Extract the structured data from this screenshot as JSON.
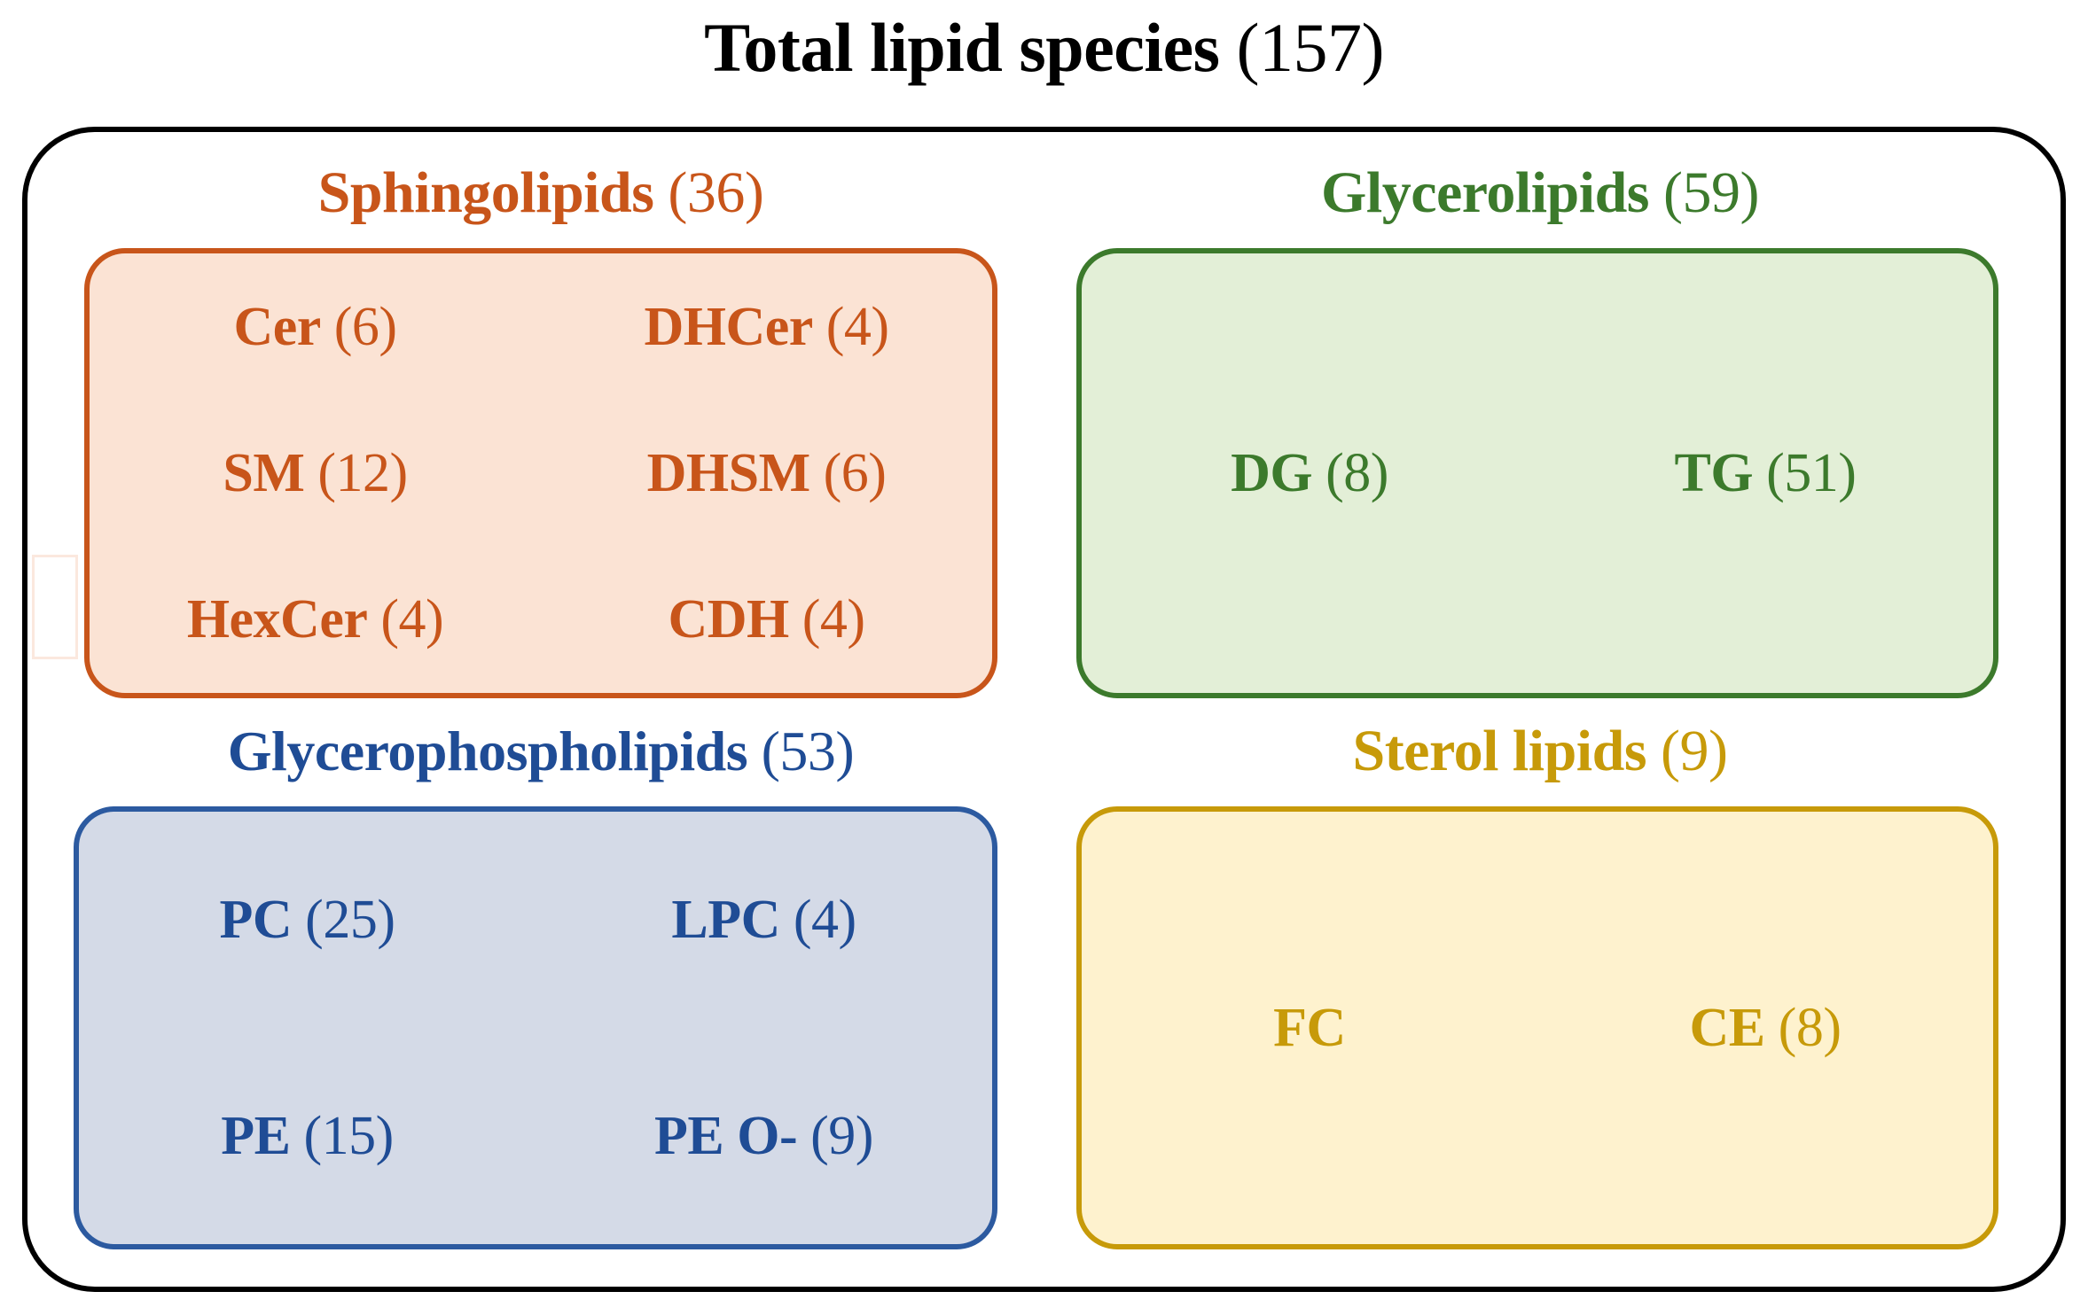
{
  "title": {
    "name": "Total lipid species",
    "count": "(157)",
    "full": "Total lipid species (157)"
  },
  "colors": {
    "outline": "#000000",
    "sphingolipids_text": "#C8551A",
    "sphingolipids_fill": "#FBE3D4",
    "glycerolipids_text": "#3C7A2C",
    "glycerolipids_fill": "#E3EFD7",
    "glycerophospholipids_text": "#1F4C95",
    "glycerophospholipids_fill": "#D4DAE7",
    "sterollipids_text": "#C79A09",
    "sterollipids_fill": "#FEF2CE"
  },
  "chart_data": {
    "type": "table",
    "title": "Total lipid species (157)",
    "total": 157,
    "categories": [
      {
        "name": "Sphingolipids",
        "count": 36,
        "species": [
          {
            "name": "Cer",
            "count": 6
          },
          {
            "name": "DHCer",
            "count": 4
          },
          {
            "name": "SM",
            "count": 12
          },
          {
            "name": "DHSM",
            "count": 6
          },
          {
            "name": "HexCer",
            "count": 4
          },
          {
            "name": "CDH",
            "count": 4
          }
        ]
      },
      {
        "name": "Glycerolipids",
        "count": 59,
        "species": [
          {
            "name": "DG",
            "count": 8
          },
          {
            "name": "TG",
            "count": 51
          }
        ]
      },
      {
        "name": "Glycerophospholipids",
        "count": 53,
        "species": [
          {
            "name": "PC",
            "count": 25
          },
          {
            "name": "LPC",
            "count": 4
          },
          {
            "name": "PE",
            "count": 15
          },
          {
            "name": "PE O-",
            "count": 9
          }
        ]
      },
      {
        "name": "Sterol lipids",
        "count": 9,
        "species": [
          {
            "name": "FC",
            "count": null
          },
          {
            "name": "CE",
            "count": 8
          }
        ]
      }
    ]
  },
  "sphingolipids": {
    "label_name": "Sphingolipids",
    "label_count": "(36)",
    "items": [
      {
        "name": "Cer",
        "count": "(6)"
      },
      {
        "name": "DHCer",
        "count": "(4)"
      },
      {
        "name": "SM",
        "count": "(12)"
      },
      {
        "name": "DHSM",
        "count": "(6)"
      },
      {
        "name": "HexCer",
        "count": "(4)"
      },
      {
        "name": "CDH",
        "count": "(4)"
      }
    ]
  },
  "glycerolipids": {
    "label_name": "Glycerolipids",
    "label_count": "(59)",
    "items": [
      {
        "name": "DG",
        "count": "(8)"
      },
      {
        "name": "TG",
        "count": "(51)"
      }
    ]
  },
  "glycerophospholipids": {
    "label_name": "Glycerophospholipids",
    "label_count": "(53)",
    "items": [
      {
        "name": "PC",
        "count": "(25)"
      },
      {
        "name": "LPC",
        "count": "(4)"
      },
      {
        "name": "PE",
        "count": "(15)"
      },
      {
        "name": "PE O-",
        "count": "(9)"
      }
    ]
  },
  "sterollipids": {
    "label_name": "Sterol lipids",
    "label_count": "(9)",
    "items": [
      {
        "name": "FC",
        "count": ""
      },
      {
        "name": "CE",
        "count": "(8)"
      }
    ]
  }
}
